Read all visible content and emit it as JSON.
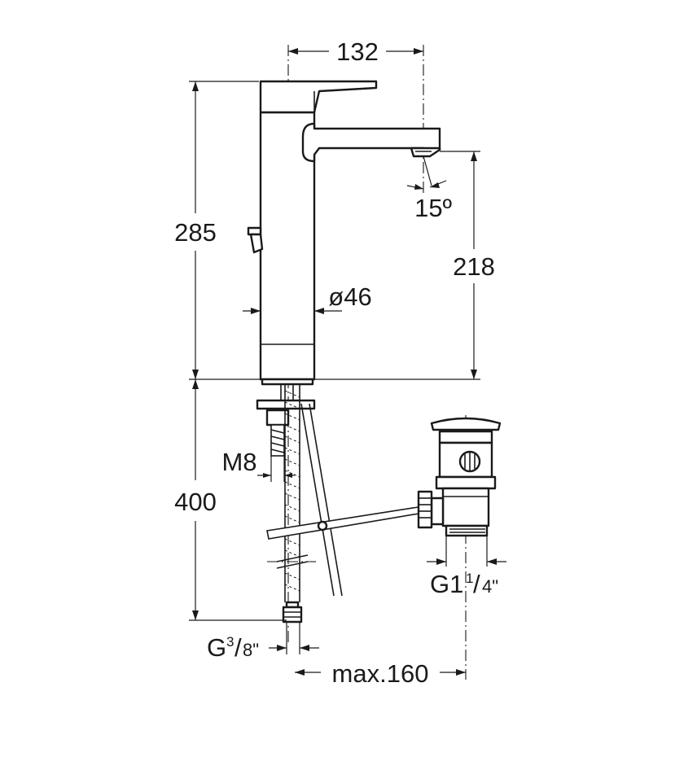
{
  "dimensions": {
    "spout_reach": "132",
    "total_height": "285",
    "spout_height": "218",
    "spray_angle": "15º",
    "body_diameter": "ø46",
    "hose_length": "400",
    "stud_thread": "M8",
    "waste_thread": "G1",
    "waste_frac_num": "1",
    "waste_frac_den": "4\"",
    "hose_thread": "G",
    "hose_frac_num": "3",
    "hose_frac_den": "8\"",
    "waste_offset": "max.160"
  }
}
